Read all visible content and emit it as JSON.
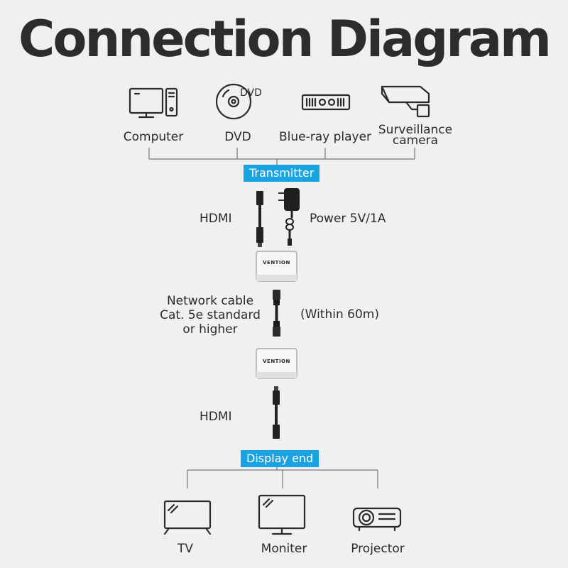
{
  "title": "Connection Diagram",
  "sources": {
    "computer": "Computer",
    "dvd": "DVD",
    "dvd_disc_text": "DVD",
    "bluray": "Blue-ray player",
    "surveillance_line1": "Surveillance",
    "surveillance_line2": "camera"
  },
  "transmitter_badge": "Transmitter",
  "hdmi_top_label": "HDMI",
  "power_label": "Power 5V/1A",
  "device_brand": "VENTION",
  "network_cable": {
    "line1": "Network cable",
    "line2": "Cat. 5e standard",
    "line3": "or higher",
    "distance": "(Within 60m)"
  },
  "hdmi_bottom_label": "HDMI",
  "display_badge": "Display end",
  "displays": {
    "tv": "TV",
    "monitor": "Moniter",
    "projector": "Projector"
  },
  "colors": {
    "accent": "#1aa3e3",
    "background": "#f0f0f0",
    "text": "#2b2b2b"
  }
}
